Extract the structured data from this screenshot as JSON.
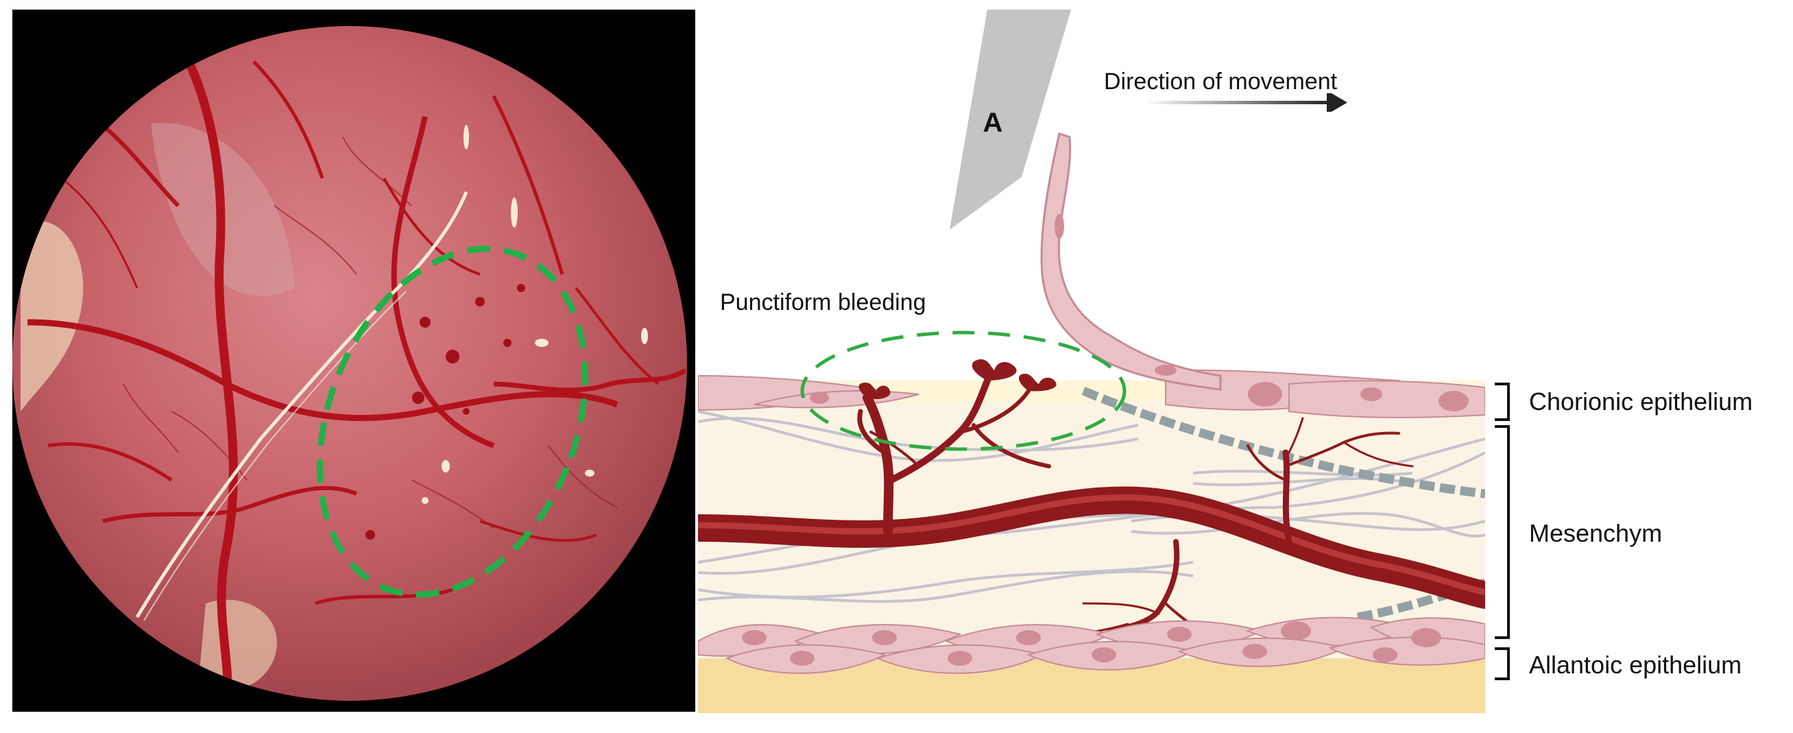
{
  "photo_panel": {
    "background_color": "#000000",
    "membrane_color": "#c8636a",
    "vessel_color": "#b3121c",
    "marker_color": "#22b04a"
  },
  "schematic": {
    "instrument_label": "A",
    "movement_label": "Direction of movement",
    "bleeding_label": "Punctiform bleeding",
    "layers": [
      {
        "label": "Chorionic epithelium",
        "color": "#eac2c6"
      },
      {
        "label": "Mesenchym",
        "color": "#fbf3e4"
      },
      {
        "label": "Allantoic epithelium",
        "color": "#f7dca0"
      }
    ],
    "vessel_color": "#8e1a1d",
    "fiber_color": "#b8b8c8",
    "marker_color": "#33aa44",
    "instrument_color": "#c4c4c4"
  }
}
